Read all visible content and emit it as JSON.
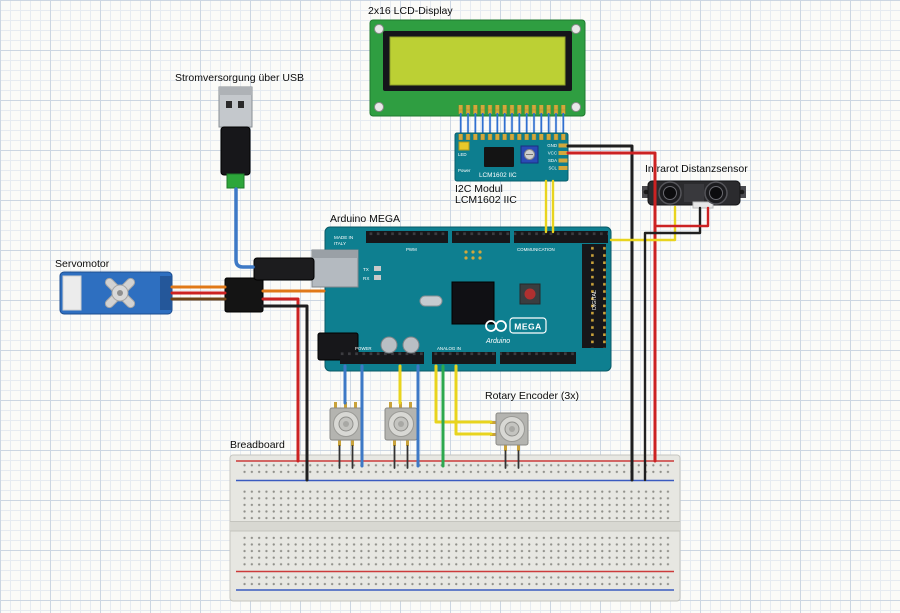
{
  "diagram": {
    "captions": {
      "lcd": "2x16 LCD-Display",
      "usb_power": "Stromversorgung über USB",
      "i2c_line1": "I2C Modul",
      "i2c_line2": "LCM1602 IIC",
      "arduino": "Arduino MEGA",
      "servo": "Servomotor",
      "ir_sensor": "Infrarot Distanzsensor",
      "rotary": "Rotary Encoder (3x)",
      "breadboard": "Breadboard"
    },
    "i2c_module": {
      "board_text": "LCM1602 IIC",
      "pin_labels": [
        "GND",
        "VCC",
        "SDA",
        "SCL"
      ],
      "led_label": "LED",
      "power_label": "Power"
    },
    "arduino_board": {
      "made_in_line1": "MADE IN",
      "made_in_line2": "ITALY",
      "tx": "TX",
      "rx": "RX",
      "pwm_label": "PWM",
      "communication_label": "COMMUNICATION",
      "power_label": "POWER",
      "analog_label": "ANALOG IN",
      "digital_label": "DIGITAL",
      "logo_mega": "MEGA",
      "logo_arduino": "Arduino"
    },
    "wire_colors": {
      "red": "#cc2222",
      "black": "#1f1f1f",
      "yellow": "#e8d41e",
      "blue": "#3d79c6",
      "green": "#2ca84e",
      "orange": "#e07818",
      "brown": "#6e4318",
      "dark": "#333333"
    },
    "board_colors": {
      "arduino_teal": "#0e7f90",
      "lcd_green": "#2f9e41",
      "lcd_screen": "#bcd034",
      "servo_blue": "#2e6fc0",
      "i2c_teal": "#0d7e8f"
    }
  }
}
